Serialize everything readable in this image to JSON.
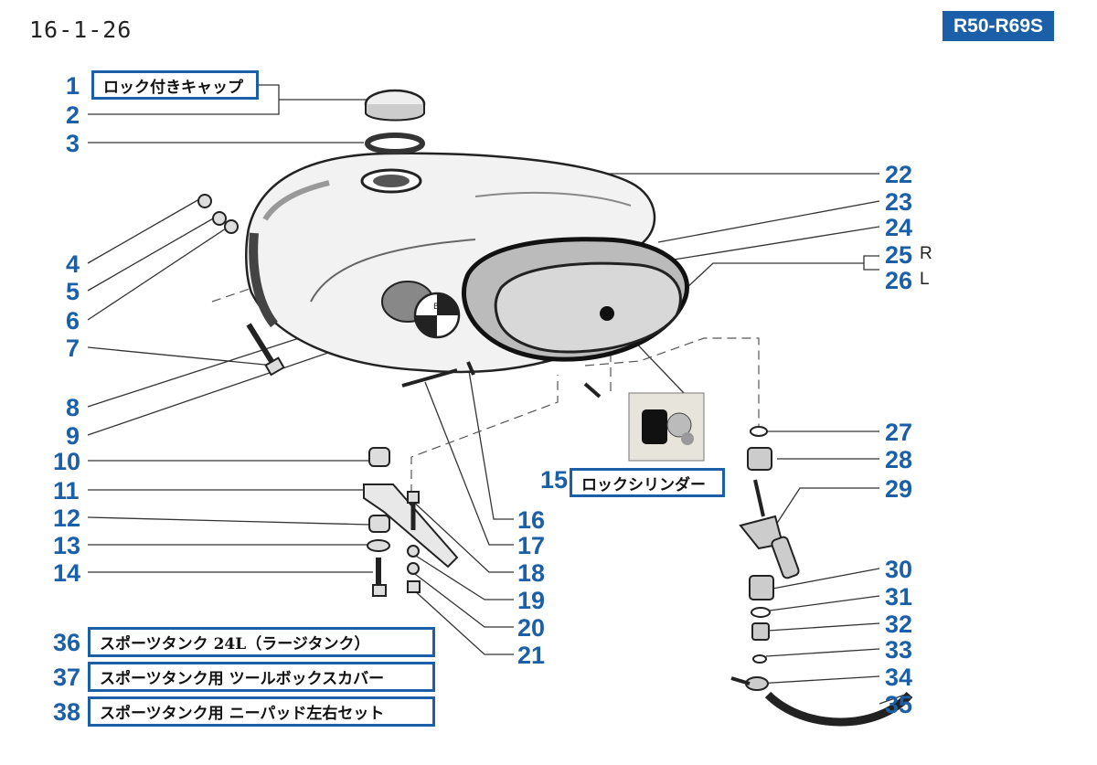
{
  "page_code": "16-1-26",
  "model_range": "R50-R69S",
  "callouts": {
    "n1": "1",
    "n2": "2",
    "n3": "3",
    "n4": "4",
    "n5": "5",
    "n6": "6",
    "n7": "7",
    "n8": "8",
    "n9": "9",
    "n10": "10",
    "n11": "11",
    "n12": "12",
    "n13": "13",
    "n14": "14",
    "n15": "15",
    "n16": "16",
    "n17": "17",
    "n18": "18",
    "n19": "19",
    "n20": "20",
    "n21": "21",
    "n22": "22",
    "n23": "23",
    "n24": "24",
    "n25": "25",
    "n26": "26",
    "n27": "27",
    "n28": "28",
    "n29": "29",
    "n30": "30",
    "n31": "31",
    "n32": "32",
    "n33": "33",
    "n34": "34",
    "n35": "35",
    "n36": "36",
    "n37": "37",
    "n38": "38"
  },
  "sides": {
    "right": "R",
    "left": "L"
  },
  "labels": {
    "part1": "ロック付きキャップ",
    "part15": "ロックシリンダー",
    "part36": "スポーツタンク 24L（ラージタンク）",
    "part37": "スポーツタンク用 ツールボックスカバー",
    "part38": "スポーツタンク用 ニーパッド左右セット"
  },
  "badge_text": "BMW"
}
